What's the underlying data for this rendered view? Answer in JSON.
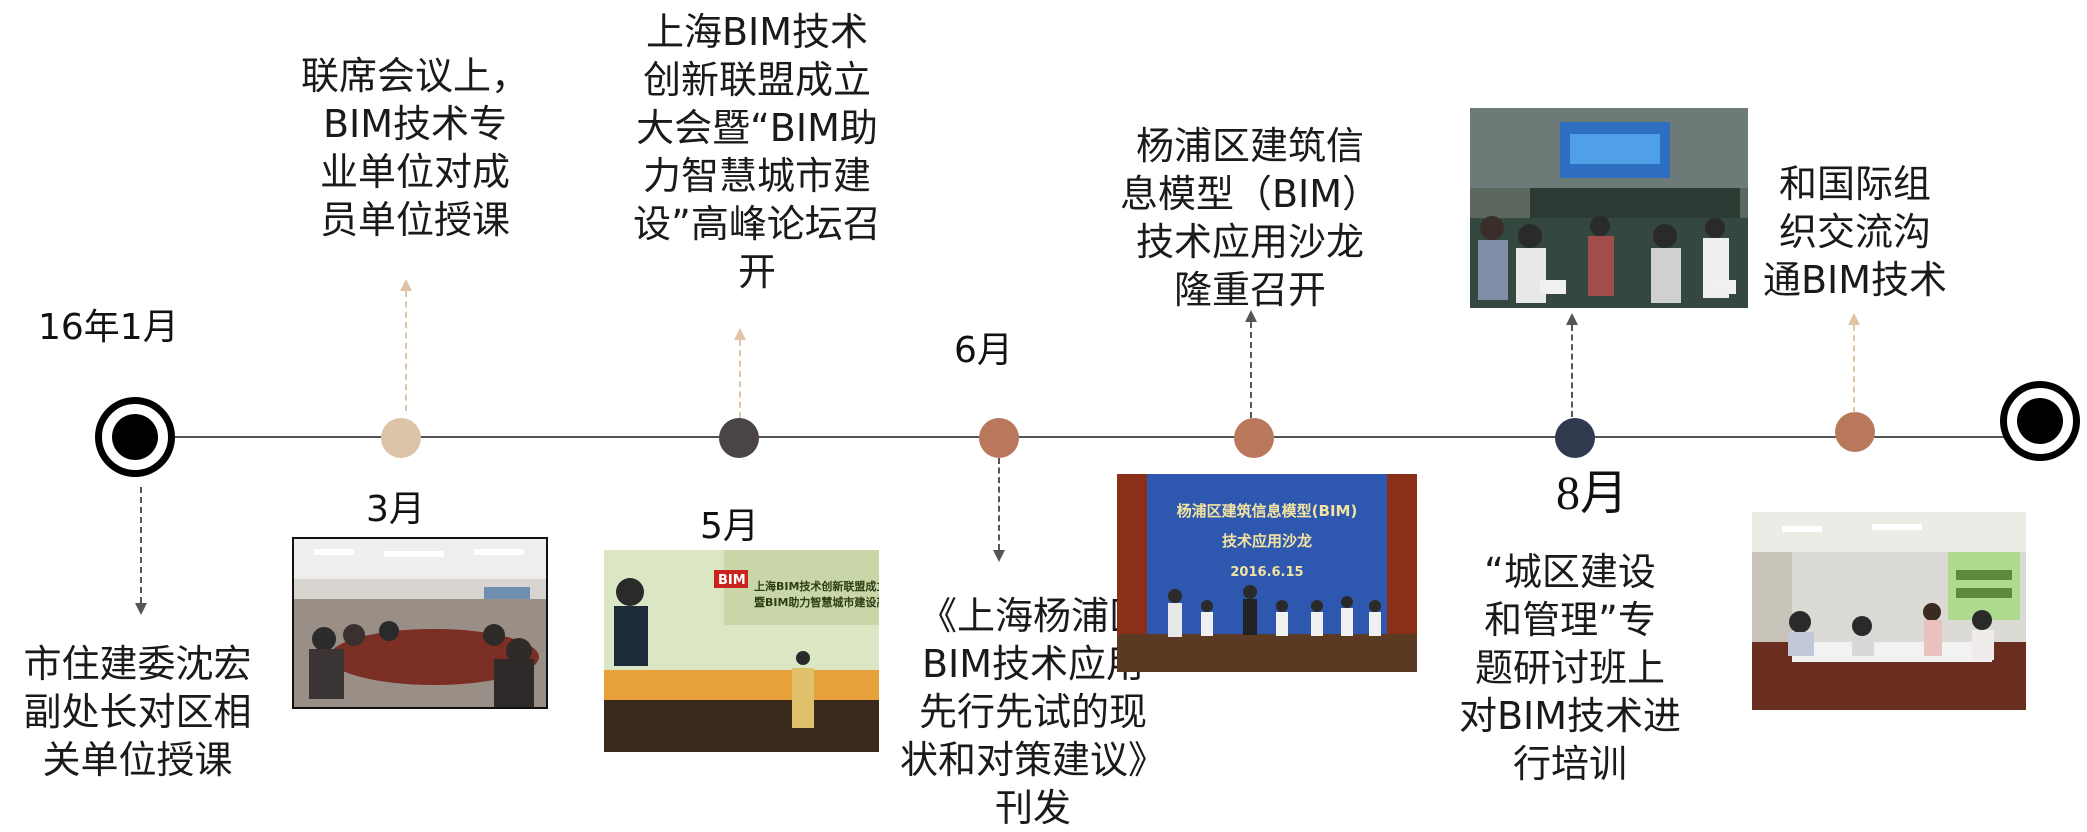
{
  "timeline": {
    "months": {
      "jan16": "16年1月",
      "mar": "3月",
      "may": "5月",
      "jun": "6月",
      "aug": "8月"
    },
    "events": {
      "e1": "市住建委沈宏\n副处长对区相\n关单位授课",
      "e2": "联席会议上，\nBIM技术专\n业单位对成\n员单位授课",
      "e3": "上海BIM技术\n创新联盟成立\n大会暨“BIM助\n力智慧城市建\n设”高峰论坛召\n开",
      "e4": "《上海杨浦区\nBIM技术应用\n先行先试的现\n状和对策建议》\n刊发",
      "e5": "杨浦区建筑信\n息模型（BIM）\n技术应用沙龙\n隆重召开",
      "e6": "“城区建设\n和管理”专\n题研讨班上\n对BIM技术进\n行培训",
      "e7": "和国际组\n织交流沟\n通BIM技术"
    },
    "photo_texts": {
      "may_banner": "上海BIM技术创新联盟成立大会\n暨BIM助力智慧城市建设高峰论坛",
      "may_logo": "BIM",
      "jun_title": "杨浦区建筑信息模型(BIM)",
      "jun_subtitle": "技术应用沙龙",
      "jun_date": "2016.6.15"
    },
    "colors": {
      "tan": "#dcc4a8",
      "charcoal": "#4a4446",
      "terracotta": "#b9775c",
      "navy": "#2f3a4f"
    }
  }
}
